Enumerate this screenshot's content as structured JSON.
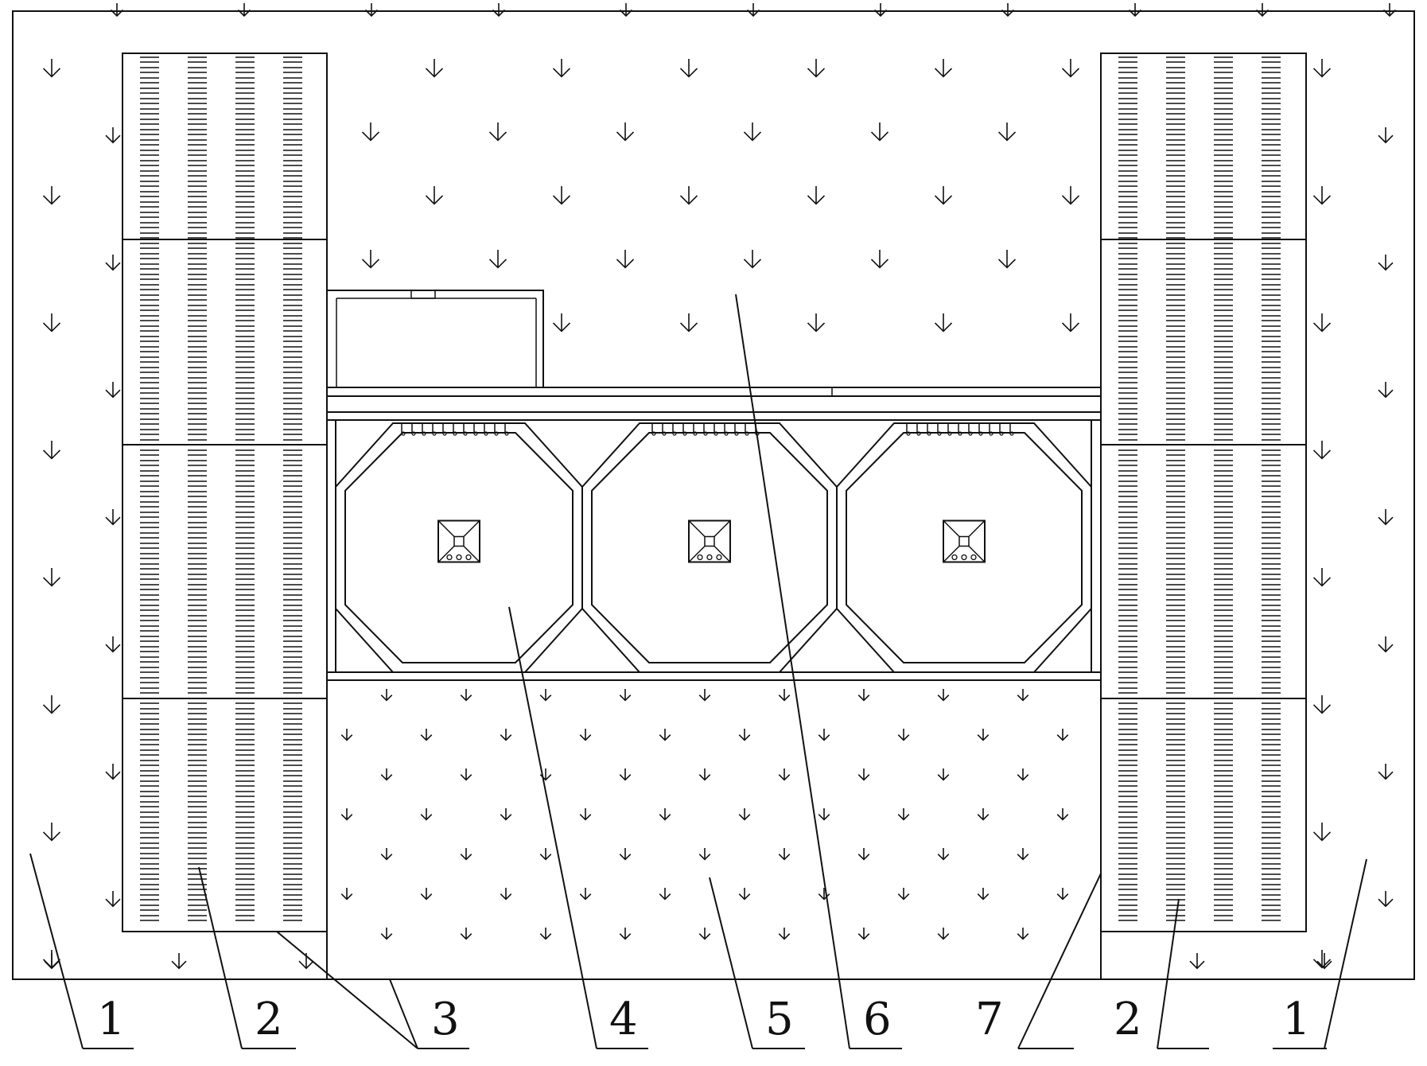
{
  "figure": {
    "labels": [
      {
        "id": "label-1-left",
        "text": "1"
      },
      {
        "id": "label-2-left",
        "text": "2"
      },
      {
        "id": "label-3",
        "text": "3"
      },
      {
        "id": "label-4",
        "text": "4"
      },
      {
        "id": "label-5",
        "text": "5"
      },
      {
        "id": "label-6",
        "text": "6"
      },
      {
        "id": "label-7",
        "text": "7"
      },
      {
        "id": "label-2-right",
        "text": "2"
      },
      {
        "id": "label-1-right",
        "text": "1"
      }
    ],
    "symbols": {
      "soil": "arrow-down-hatch",
      "wall": "dash-hatch"
    },
    "colors": {
      "line": "#111111",
      "background": "#ffffff"
    }
  }
}
